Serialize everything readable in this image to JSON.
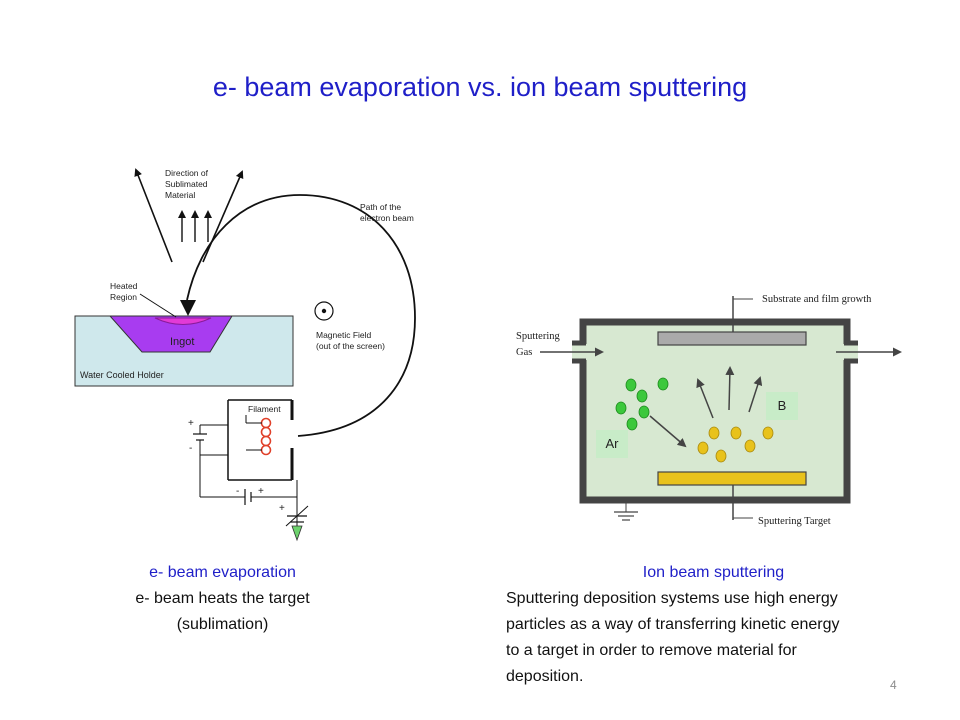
{
  "slide": {
    "title": "e- beam evaporation vs. ion beam sputtering",
    "page_number": "4"
  },
  "left_diagram": {
    "direction_label": [
      "Direction of",
      "Sublimated",
      "Material"
    ],
    "path_label": [
      "Path of the",
      "electron beam"
    ],
    "heated_label": [
      "Heated",
      "Region"
    ],
    "ingot_label": "Ingot",
    "magnetic_label": [
      "Magnetic Field",
      "(out of the screen)"
    ],
    "holder_label": "Water Cooled Holder",
    "filament_label": "Filament",
    "plus": "+",
    "minus": "-",
    "colors": {
      "ingot": "#a83cf0",
      "heated": "#e23ad6",
      "holder": "#cfe8ec",
      "filament": "#e0402a",
      "ground": "#6cd26c"
    }
  },
  "right_diagram": {
    "substrate_label": "Substrate and film growth",
    "gas_label": [
      "Sputtering",
      "Gas"
    ],
    "target_label": "Sputtering Target",
    "ar_label": "Ar",
    "b_label": "B",
    "colors": {
      "chamber": "#d7e8d1",
      "ar_particle": "#3cc83c",
      "target_particle": "#e8c21c",
      "target": "#e8c21c"
    }
  },
  "captions": {
    "left_heading": "e- beam evaporation",
    "left_body": [
      "e- beam heats the target",
      "(sublimation)"
    ],
    "right_heading": "Ion beam sputtering",
    "right_body": [
      "Sputtering deposition systems use high energy",
      "particles as a way of transferring kinetic energy",
      "to a target in order to remove material for",
      "deposition."
    ]
  }
}
